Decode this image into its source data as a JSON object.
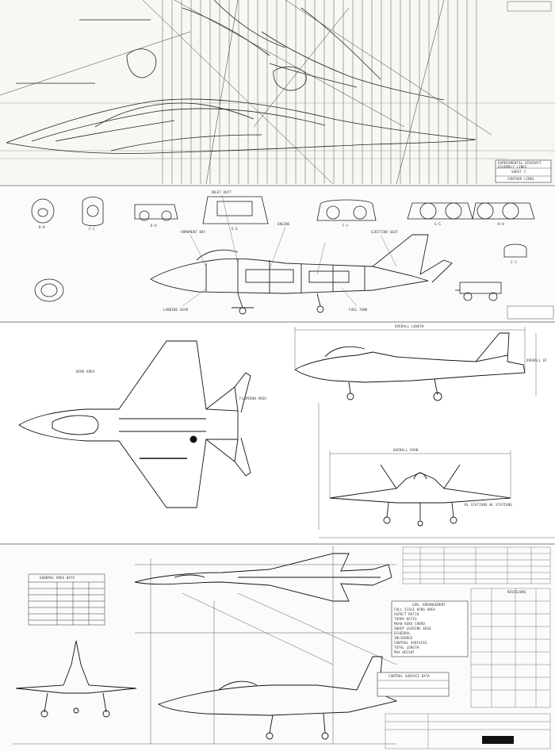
{
  "sheets": {
    "top": {
      "title_block": {
        "lines": [
          "EXPERIMENTAL AIRCRAFT",
          "ASSEMBLY LINES",
          "SHEET 1",
          "CONTOUR LINES"
        ]
      }
    },
    "middle": {
      "sections": [
        "B-B",
        "C-C",
        "D-D",
        "E-E",
        "F-F",
        "G-G",
        "H-H",
        "J-J"
      ],
      "notes": [
        "ARMAMENT BAY",
        "INLET DUCT",
        "ENGINE",
        "LANDING GEAR",
        "FUEL TANK",
        "EJECTION SEAT"
      ]
    },
    "views": {
      "overall_length": "OVERALL LENGTH",
      "overall_span": "OVERALL SPAN",
      "overall_height": "OVERALL HT",
      "wing_area": "WING AREA",
      "flaperon": "FLAPERON AREA",
      "stations": "BL STATIONS   WL STATIONS"
    },
    "bottom": {
      "table_title": "GENERAL AREA DATA",
      "spec_title": "GEN. ARRANGEMENT",
      "spec_lines": [
        "FULL SCALE WING AREA",
        "ASPECT RATIO",
        "TAPER RATIO",
        "MEAN AERO CHORD",
        "SWEEP LEADING EDGE",
        "DIHEDRAL",
        "INCIDENCE",
        "CONTROL SURFACES",
        "TOTAL LENGTH",
        "MAX HEIGHT"
      ],
      "control_title": "CONTROL SURFACE DATA",
      "grid_title": "REVISIONS"
    }
  }
}
